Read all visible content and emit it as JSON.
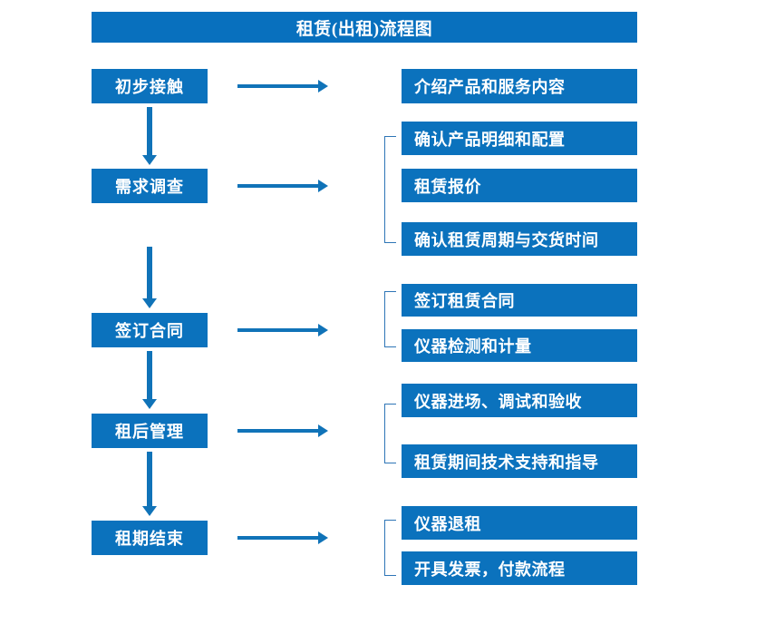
{
  "chart_data": {
    "type": "diagram",
    "title": "租赁(出租)流程图",
    "diagram_kind": "flowchart",
    "orientation": "vertical-stages-with-right-details",
    "accent_color": "#0B72BD",
    "title_bar_color": "#0870BE",
    "arrow_color": "#1073B8",
    "bracket_color": "#2E75B6",
    "stages": [
      {
        "label": "初步接触",
        "details": [
          "介绍产品和服务内容"
        ]
      },
      {
        "label": "需求调查",
        "details": [
          "确认产品明细和配置",
          "租赁报价",
          "确认租赁周期与交货时间"
        ]
      },
      {
        "label": "签订合同",
        "details": [
          "签订租赁合同",
          "仪器检测和计量"
        ]
      },
      {
        "label": "租后管理",
        "details": [
          "仪器进场、调试和验收",
          "租赁期间技术支持和指导"
        ]
      },
      {
        "label": "租期结束",
        "details": [
          "仪器退租",
          "开具发票，付款流程"
        ]
      }
    ]
  },
  "title": {
    "text": "租赁(出租)流程图"
  },
  "stages": [
    {
      "label": "初步接触"
    },
    {
      "label": "需求调查"
    },
    {
      "label": "签订合同"
    },
    {
      "label": "租后管理"
    },
    {
      "label": "租期结束"
    }
  ],
  "details": [
    {
      "text": "介绍产品和服务内容"
    },
    {
      "text": "确认产品明细和配置"
    },
    {
      "text": "租赁报价"
    },
    {
      "text": "确认租赁周期与交货时间"
    },
    {
      "text": "签订租赁合同"
    },
    {
      "text": "仪器检测和计量"
    },
    {
      "text": "仪器进场、调试和验收"
    },
    {
      "text": "租赁期间技术支持和指导"
    },
    {
      "text": "仪器退租"
    },
    {
      "text": "开具发票，付款流程"
    }
  ]
}
